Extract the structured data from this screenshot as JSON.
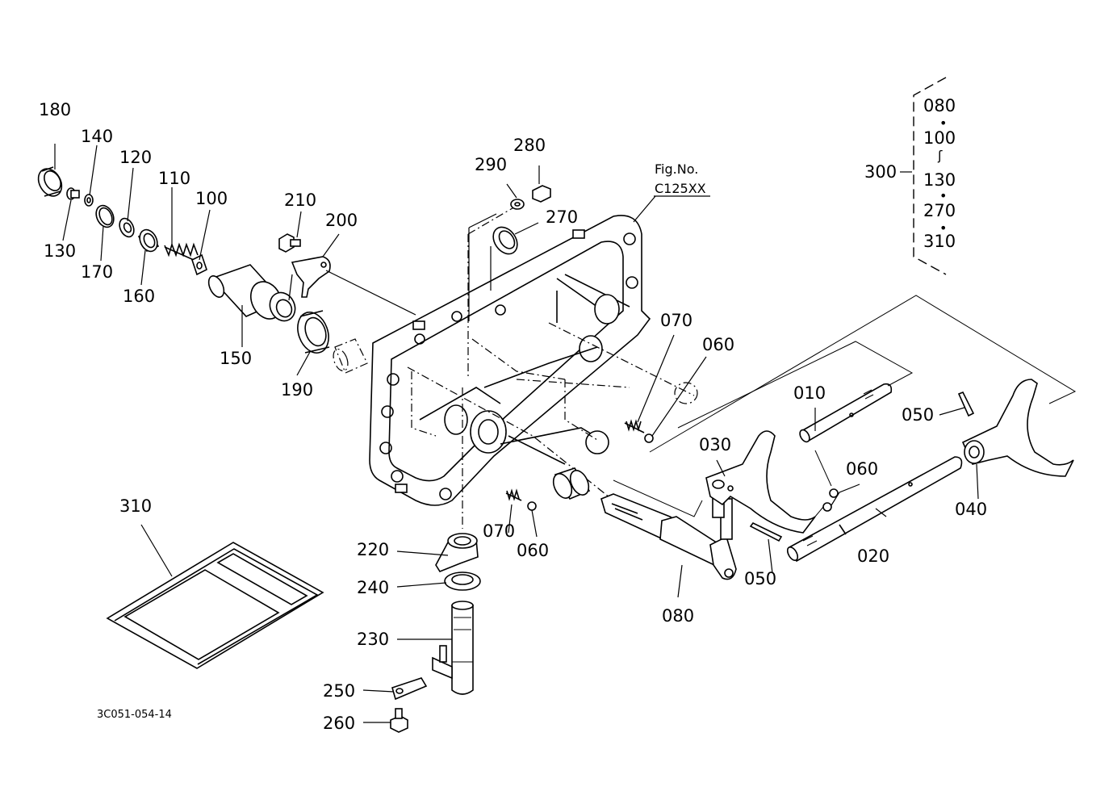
{
  "figure": {
    "code": "3C051-054-14",
    "fig_no_label": "Fig.No.",
    "fig_no_value": "C125XX"
  },
  "parts": {
    "p010": "010",
    "p020": "020",
    "p030": "030",
    "p040": "040",
    "p050a": "050",
    "p050b": "050",
    "p060a": "060",
    "p060b": "060",
    "p060c": "060",
    "p070a": "070",
    "p070b": "070",
    "p080": "080",
    "p100": "100",
    "p110": "110",
    "p120": "120",
    "p130": "130",
    "p140": "140",
    "p150": "150",
    "p160": "160",
    "p170": "170",
    "p180": "180",
    "p190": "190",
    "p200": "200",
    "p210": "210",
    "p220": "220",
    "p230": "230",
    "p240": "240",
    "p250": "250",
    "p260": "260",
    "p270": "270",
    "p280": "280",
    "p290": "290",
    "p310": "310"
  },
  "kit": {
    "label": "300",
    "items": [
      "080",
      "100",
      "130",
      "270",
      "310"
    ],
    "sep1": "•",
    "sep2": "ʃ",
    "sep3": "•",
    "sep4": "•"
  }
}
